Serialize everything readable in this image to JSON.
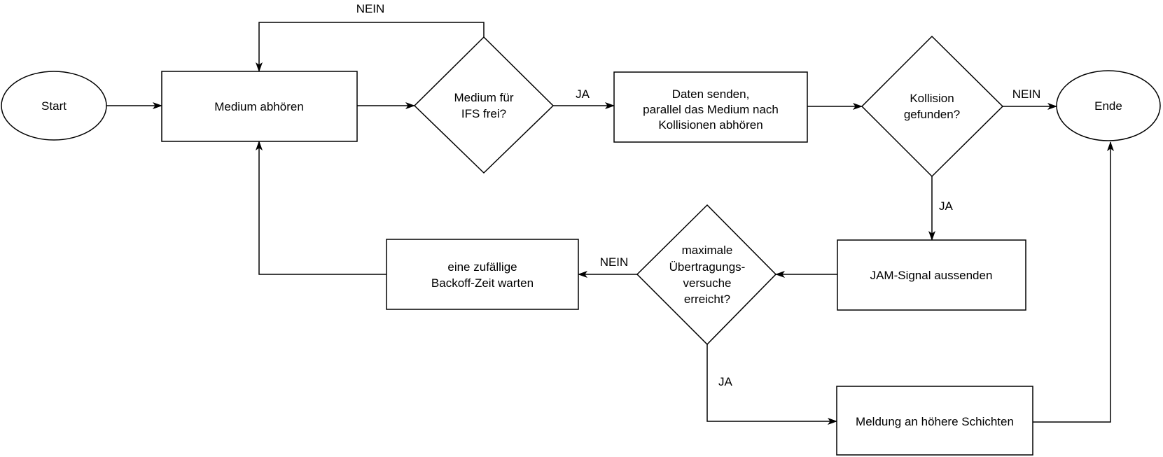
{
  "diagram": {
    "background_color": "#ffffff",
    "stroke_color": "#000000",
    "text_color": "#000000",
    "nodes": {
      "start": {
        "type": "terminator",
        "label": "Start"
      },
      "listen_medium": {
        "type": "process",
        "label": "Medium abhören"
      },
      "ifs_free": {
        "type": "decision",
        "lines": [
          "Medium für",
          "IFS frei?"
        ]
      },
      "send_data": {
        "type": "process",
        "lines": [
          "Daten senden,",
          "parallel das Medium nach",
          "Kollisionen abhören"
        ]
      },
      "collision_found": {
        "type": "decision",
        "lines": [
          "Kollision",
          "gefunden?"
        ]
      },
      "end": {
        "type": "terminator",
        "label": "Ende"
      },
      "jam_signal": {
        "type": "process",
        "label": "JAM-Signal aussenden"
      },
      "max_attempts": {
        "type": "decision",
        "lines": [
          "maximale",
          "Übertragungs-",
          "versuche",
          "erreicht?"
        ]
      },
      "backoff_wait": {
        "type": "process",
        "lines": [
          "eine zufällige",
          "Backoff-Zeit warten"
        ]
      },
      "notify_upper_layers": {
        "type": "process",
        "label": "Meldung an höhere Schichten"
      }
    },
    "edge_labels": {
      "ifs_no": "NEIN",
      "ifs_yes": "JA",
      "collision_no": "NEIN",
      "collision_yes": "JA",
      "max_no": "NEIN",
      "max_yes": "JA"
    }
  }
}
